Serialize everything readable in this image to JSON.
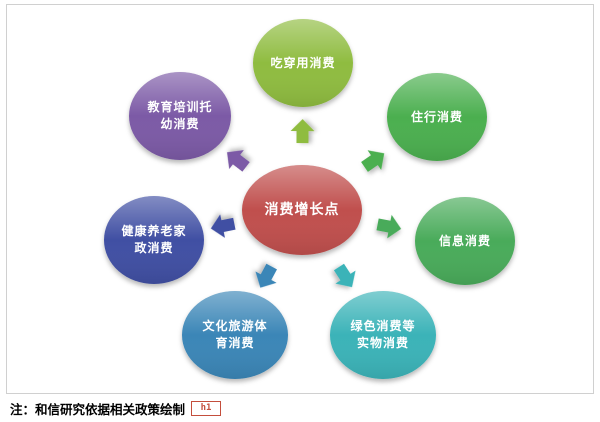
{
  "center": {
    "label": "消费增长点",
    "color": "#c0504d"
  },
  "nodes": [
    {
      "id": "eat-wear-use",
      "label": "吃穿用消费",
      "color": "#8fbc3f"
    },
    {
      "id": "housing-transport",
      "label": "住行消费",
      "color": "#4caf50"
    },
    {
      "id": "information",
      "label": "信息消费",
      "color": "#4aab5a"
    },
    {
      "id": "green-physical",
      "label": "绿色消费等\n实物消费",
      "color": "#3ab3b8"
    },
    {
      "id": "culture-tourism-sports",
      "label": "文化旅游体\n育消费",
      "color": "#3b86b7"
    },
    {
      "id": "health-elderly-domestic",
      "label": "健康养老家\n政消费",
      "color": "#3f4fa3"
    },
    {
      "id": "education-training-childcare",
      "label": "教育培训托\n幼消费",
      "color": "#7b5aa6"
    }
  ],
  "footer": {
    "note": "注：和信研究依据相关政策绘制",
    "logo_text": "h1"
  }
}
